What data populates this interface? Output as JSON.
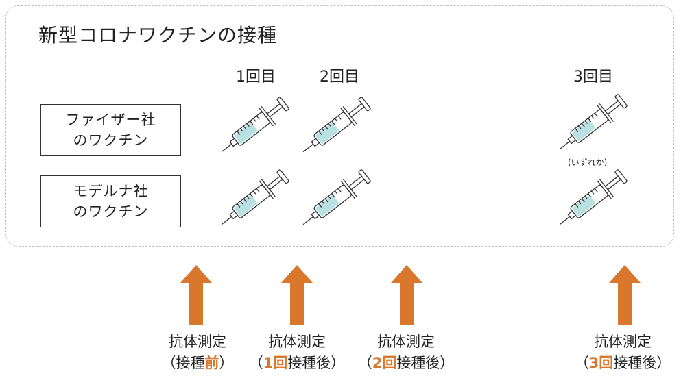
{
  "title": "新型コロナワクチンの接種",
  "doses": {
    "d1": "1回目",
    "d2": "2回目",
    "d3": "3回目"
  },
  "vaccines": [
    {
      "line1": "ファイザー社",
      "line2": "のワクチン"
    },
    {
      "line1": "モデルナ社",
      "line2": "のワクチン"
    }
  ],
  "either_note": "(いずれか)",
  "measurements": [
    {
      "line1": "抗体測定",
      "open": "（接種",
      "highlight": "前",
      "close": "）"
    },
    {
      "line1": "抗体測定",
      "open": "（",
      "highlight": "1回",
      "close": "接種後）"
    },
    {
      "line1": "抗体測定",
      "open": "（",
      "highlight": "2回",
      "close": "接種後）"
    },
    {
      "line1": "抗体測定",
      "open": "（",
      "highlight": "3回",
      "close": "接種後）"
    }
  ],
  "colors": {
    "arrow": "#d9782d",
    "highlight_text": "#d9782d",
    "syringe_liquid": "#b9e1e2",
    "frame": "#bdbdbd"
  }
}
